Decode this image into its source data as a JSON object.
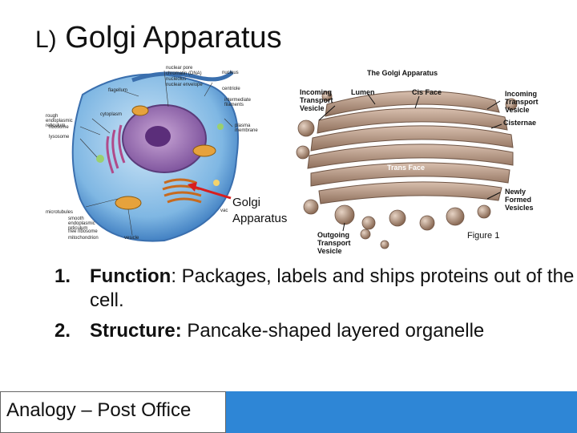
{
  "slide": {
    "title_letter": "L)",
    "title_text": "Golgi Apparatus"
  },
  "cell_figure": {
    "labels": {
      "flagellum": "flagellum",
      "nuclear_pore": "nuclear pore",
      "chromatin": "chromatin (DNA)",
      "nucleolus": "nucleolus",
      "nuclear_envelope": "nuclear envelope",
      "nucleus": "nucleus",
      "centriole": "centriole",
      "cytoplasm": "cytoplasm",
      "intermediate_filaments": "intermediate filaments",
      "rough_er": "rough endoplasmic reticulum",
      "ribosome": "ribosome",
      "plasma_membrane": "plasma membrane",
      "lysosome": "lysosome",
      "microtubules": "microtubules",
      "smooth_er": "smooth endoplasmic reticulum",
      "free_ribosome": "free ribosome",
      "mitochondrion": "mitochondrion",
      "vesicle": "vesicle",
      "vacuole": "vac"
    },
    "callout_line1": "Golgi",
    "callout_line2": "Apparatus"
  },
  "golgi_figure": {
    "title": "The Golgi Apparatus",
    "incoming_left_1": "Incoming",
    "incoming_left_2": "Transport",
    "incoming_left_3": "Vesicle",
    "lumen": "Lumen",
    "cis_face": "Cis Face",
    "incoming_right_1": "Incoming",
    "incoming_right_2": "Transport",
    "incoming_right_3": "Vesicle",
    "cisternae": "Cisternae",
    "trans_face": "Trans Face",
    "newly_1": "Newly",
    "newly_2": "Formed",
    "newly_3": "Vesicles",
    "outgoing_1": "Outgoing",
    "outgoing_2": "Transport",
    "outgoing_3": "Vesicle",
    "caption": "Figure 1"
  },
  "list": {
    "item1_num": "1.",
    "item1_label": "Function",
    "item1_text": ":  Packages, labels and ships proteins out of the cell.",
    "item2_num": "2.",
    "item2_label": "Structure:",
    "item2_text": " Pancake-shaped layered organelle"
  },
  "footer": {
    "analogy": "Analogy – Post Office"
  },
  "colors": {
    "footer_bar": "#2e86d6",
    "callout_arrow": "#d81e1e",
    "golgi_tan": "#b89a84"
  }
}
